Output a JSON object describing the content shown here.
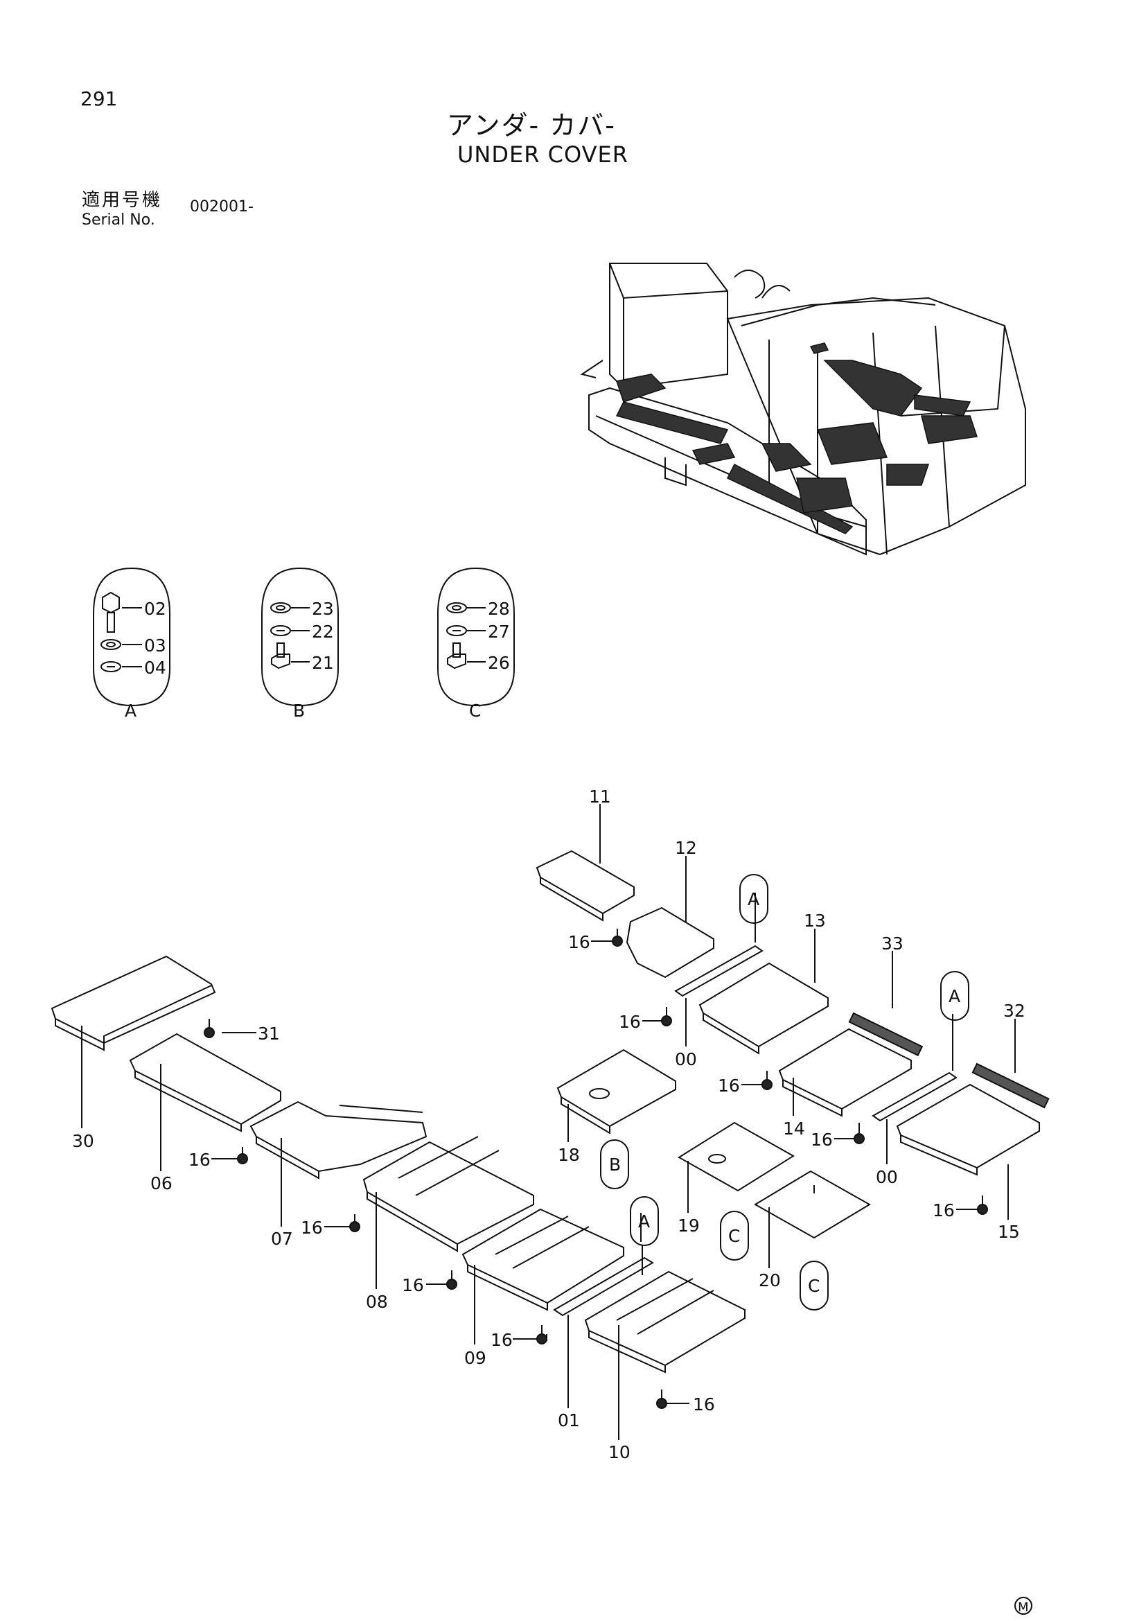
{
  "page_number": "291",
  "title_jp": "アンダ- カバ-",
  "title_en": "UNDER COVER",
  "serial_label_jp": "適用号機",
  "serial_label_en": "Serial No.",
  "serial_value": "002001-",
  "manufacturer_mark": "M",
  "detail_groups": [
    {
      "id": "A",
      "items": [
        "02",
        "03",
        "04"
      ]
    },
    {
      "id": "B",
      "items": [
        "23",
        "22",
        "21"
      ]
    },
    {
      "id": "C",
      "items": [
        "28",
        "27",
        "26"
      ]
    }
  ],
  "callouts": {
    "p11": "11",
    "p12": "12",
    "p13": "13",
    "p33": "33",
    "p32": "32",
    "p31": "31",
    "p30": "30",
    "p06": "06",
    "p07": "07",
    "p08": "08",
    "p09": "09",
    "p01": "01",
    "p10": "10",
    "p18": "18",
    "p19": "19",
    "p20": "20",
    "p14": "14",
    "p15": "15",
    "p00a": "00",
    "p00b": "00",
    "p16a": "16",
    "p16b": "16",
    "p16c": "16",
    "p16d": "16",
    "p16e": "16",
    "p16f": "16",
    "p16g": "16",
    "p16h": "16",
    "p16i": "16",
    "p16j": "16",
    "p16k": "16",
    "p16l": "16"
  },
  "bubbles": {
    "a1": "A",
    "a2": "A",
    "a3": "A",
    "b1": "B",
    "c1": "C",
    "c2": "C"
  }
}
